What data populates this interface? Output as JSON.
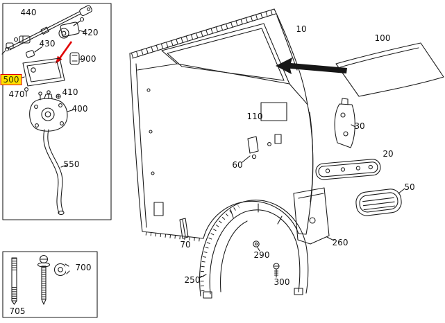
{
  "meta": {
    "title": "Vehicle rear quarter panel and fuel filler flap parts diagram",
    "highlight_color": "#ffe100",
    "highlight_border_color": "#e10000",
    "red_arrow_color": "#e10000",
    "line_color": "#1c1c1c",
    "background_color": "#ffffff",
    "selected_part": "500"
  },
  "labels": {
    "p10": "10",
    "p20": "20",
    "p30": "30",
    "p50": "50",
    "p60": "60",
    "p70": "70",
    "p100": "100",
    "p110": "110",
    "p250": "250",
    "p260": "260",
    "p290": "290",
    "p300": "300",
    "p400": "400",
    "p410": "410",
    "p420": "420",
    "p430": "430",
    "p440": "440",
    "p470": "470",
    "p500": "500",
    "p550": "550",
    "p700": "700",
    "p705": "705",
    "p900": "900"
  }
}
